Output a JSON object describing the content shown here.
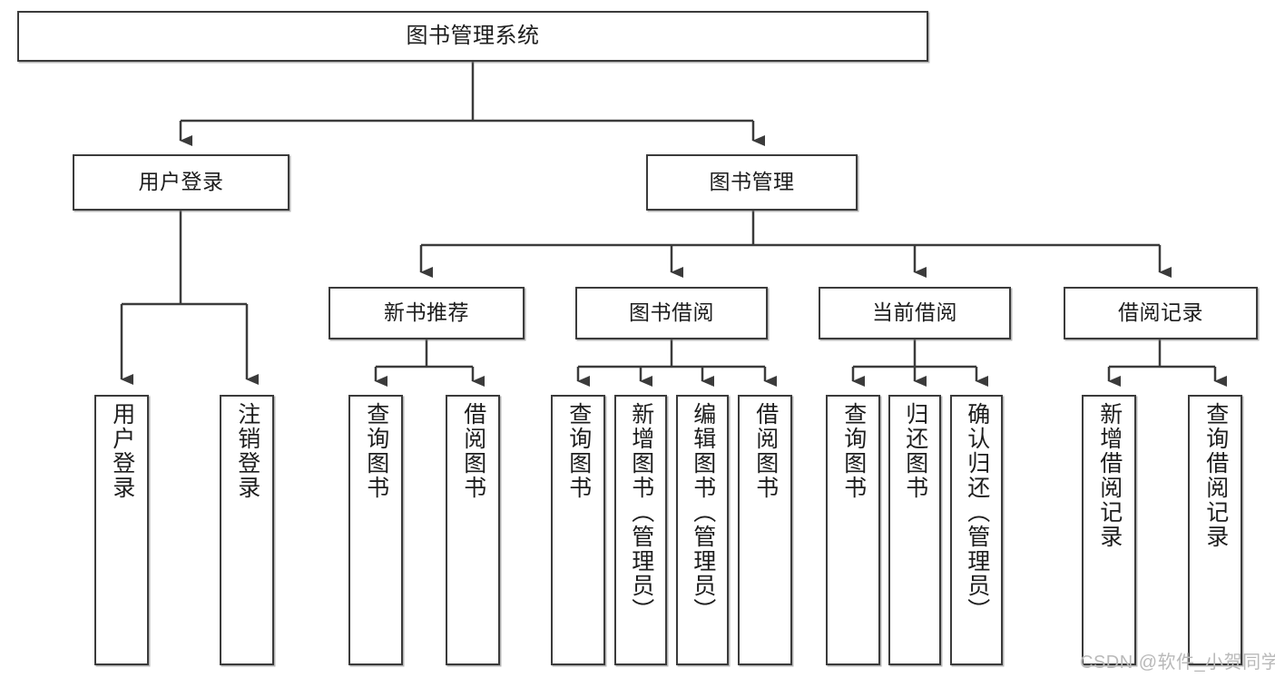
{
  "diagram": {
    "title": "图书管理系统",
    "type": "tree",
    "orientation": "top-down",
    "line_color": "#3b3b3b",
    "box_fill": "#ffffff",
    "text_color": "#1d1d1d"
  },
  "nodes": {
    "root": {
      "label": "图书管理系统",
      "level": 1
    },
    "level2": [
      {
        "id": "user-login",
        "label": "用户登录"
      },
      {
        "id": "book-management",
        "label": "图书管理"
      }
    ],
    "level3": [
      {
        "id": "new-book-recommend",
        "label": "新书推荐"
      },
      {
        "id": "book-borrow",
        "label": "图书借阅"
      },
      {
        "id": "current-borrow",
        "label": "当前借阅"
      },
      {
        "id": "borrow-record",
        "label": "借阅记录"
      }
    ],
    "leaves": {
      "user_login": [
        {
          "id": "leaf-user-login",
          "label": "用户登录"
        },
        {
          "id": "leaf-logout-login",
          "label": "注销登录"
        }
      ],
      "new_book_recommend": [
        {
          "id": "leaf-query-book-1",
          "label": "查询图书"
        },
        {
          "id": "leaf-borrow-book-1",
          "label": "借阅图书"
        }
      ],
      "book_borrow": [
        {
          "id": "leaf-query-book-2",
          "label": "查询图书"
        },
        {
          "id": "leaf-add-book",
          "label": "新增图书（管理员）"
        },
        {
          "id": "leaf-edit-book",
          "label": "编辑图书（管理员）"
        },
        {
          "id": "leaf-borrow-book-2",
          "label": "借阅图书"
        }
      ],
      "current_borrow": [
        {
          "id": "leaf-query-book-3",
          "label": "查询图书"
        },
        {
          "id": "leaf-return-book",
          "label": "归还图书"
        },
        {
          "id": "leaf-confirm-return",
          "label": "确认归还（管理员）"
        }
      ],
      "borrow_record": [
        {
          "id": "leaf-add-record",
          "label": "新增借阅记录"
        },
        {
          "id": "leaf-query-record",
          "label": "查询借阅记录"
        }
      ]
    }
  },
  "watermark": {
    "text": "CSDN @软件_小贺同学"
  }
}
